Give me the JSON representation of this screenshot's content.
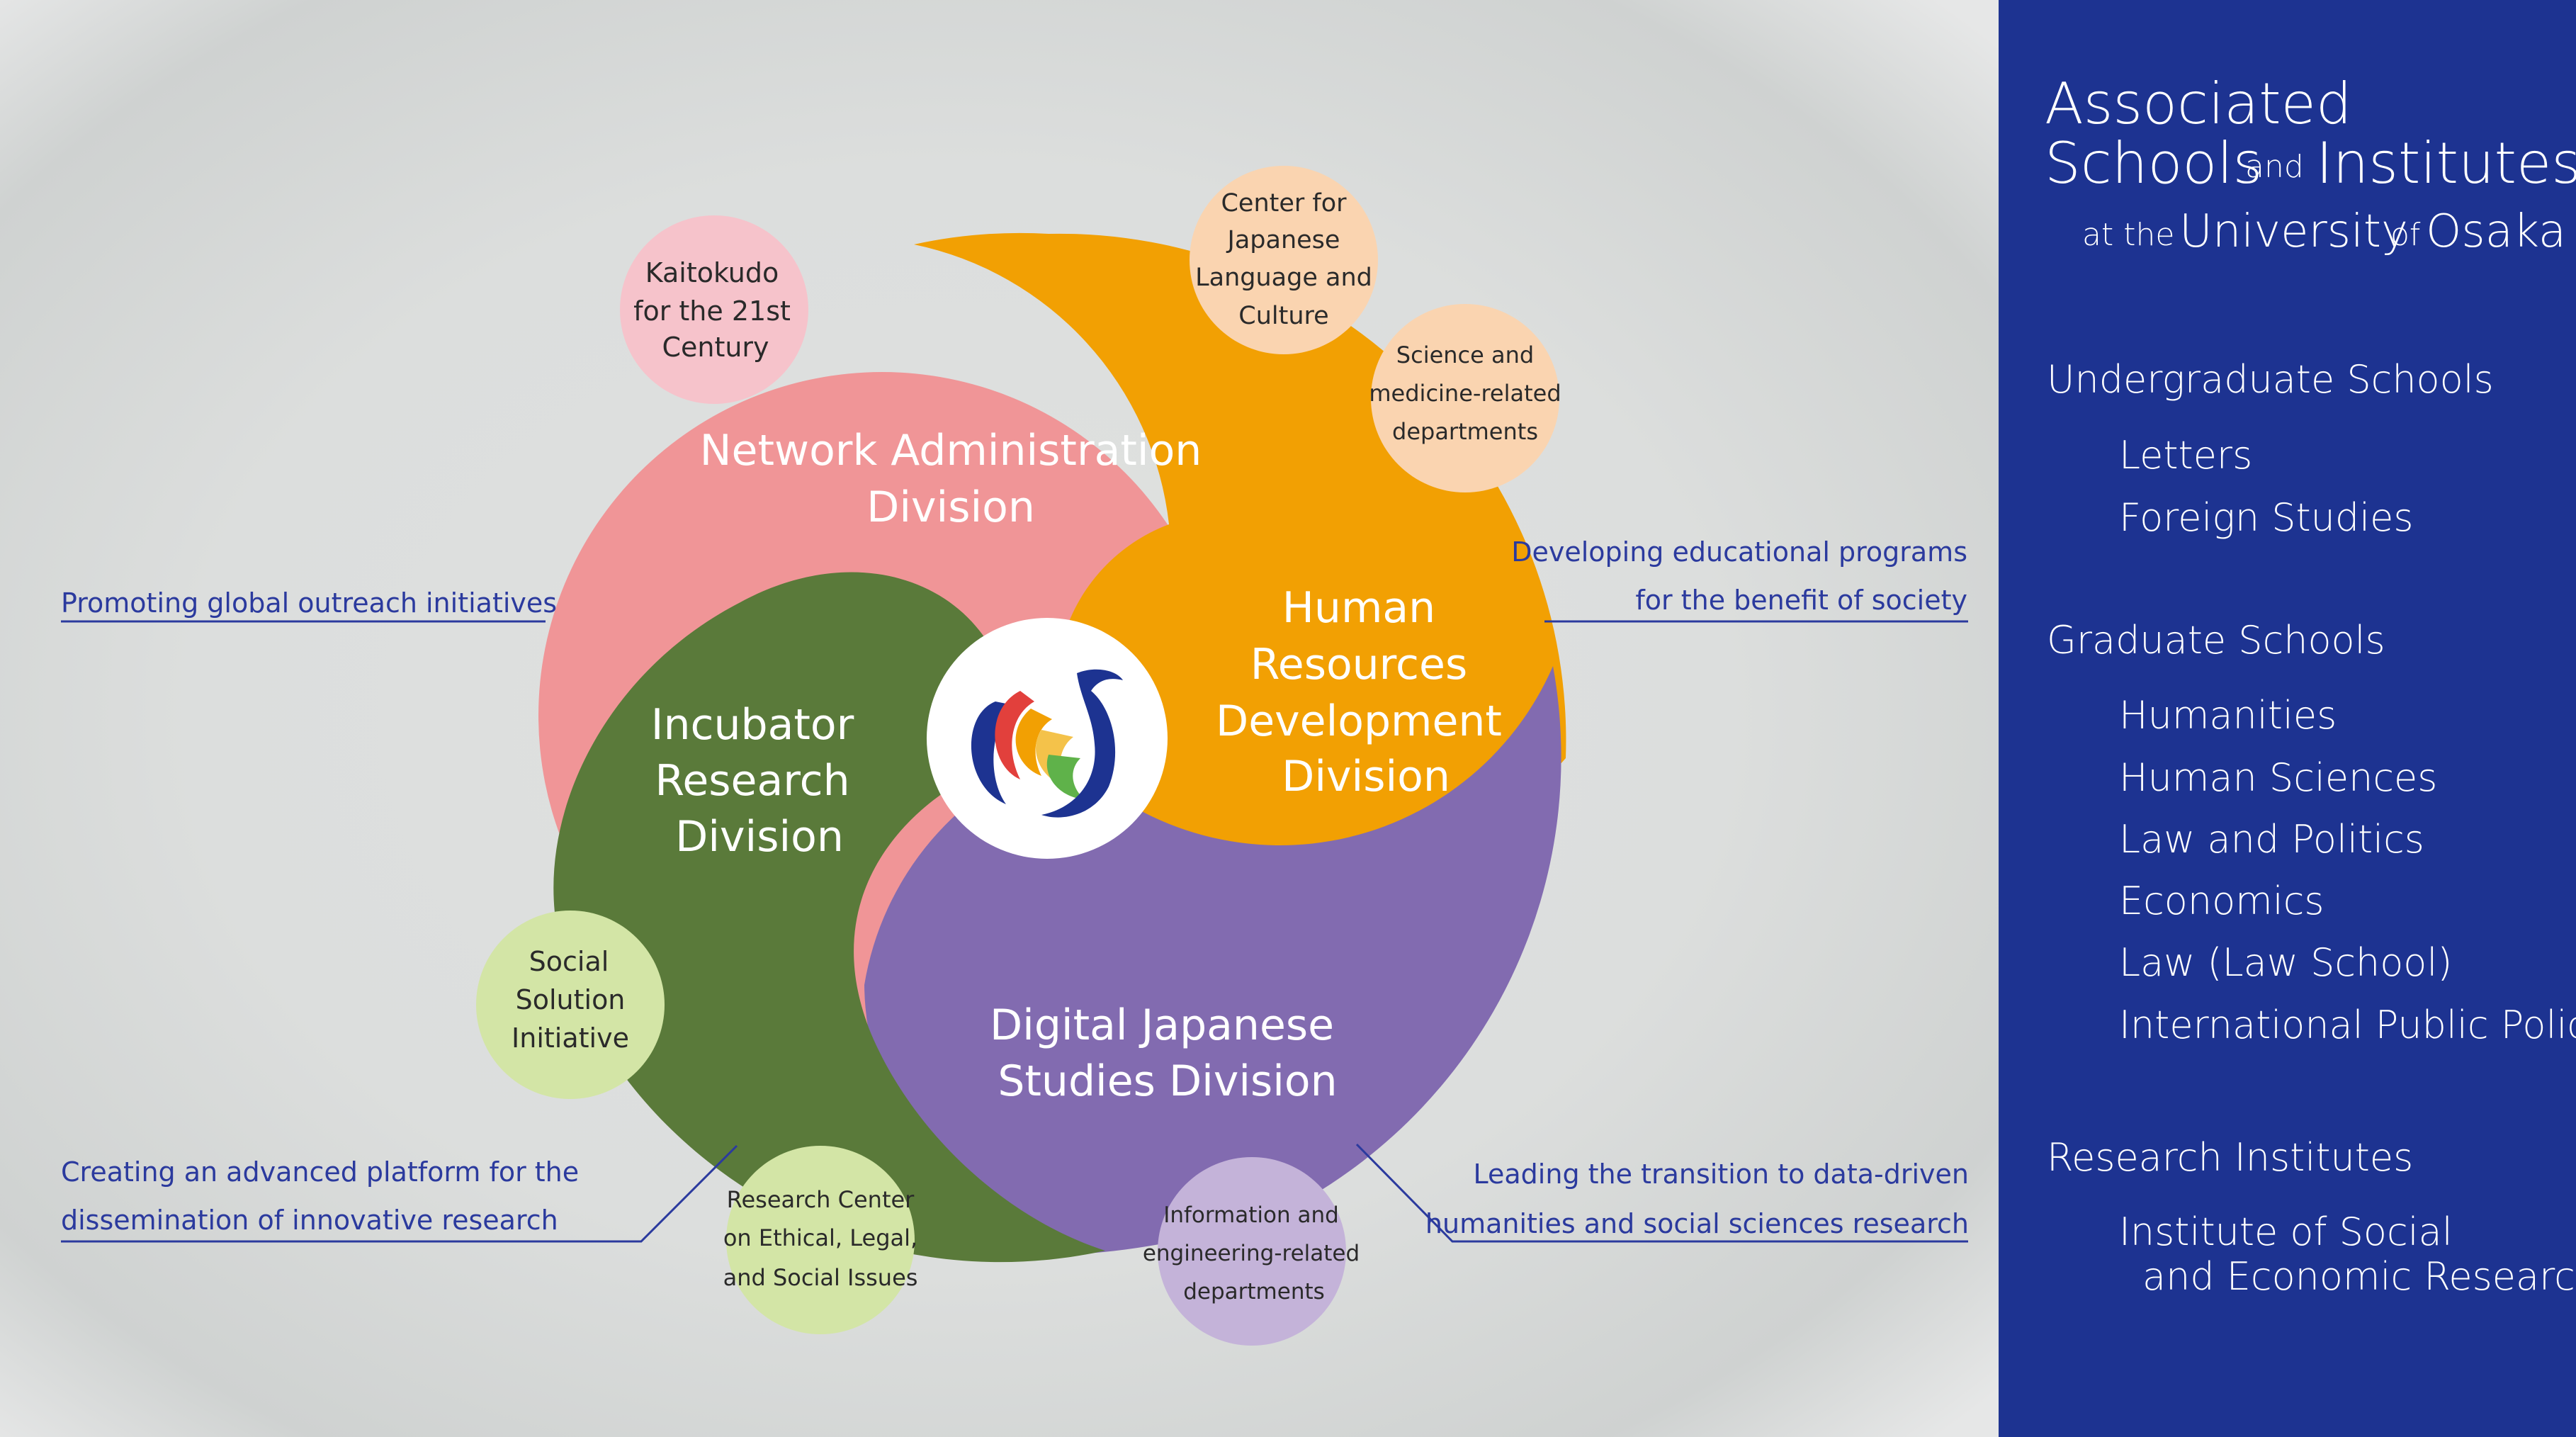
{
  "divisions": {
    "network": {
      "line1": "Network Administration",
      "line2": "Division",
      "color": "#f09597"
    },
    "human": {
      "line1": "Human",
      "line2": "Resources",
      "line3": "Development",
      "line4": "Division",
      "color": "#f2a003"
    },
    "incubator": {
      "line1": "Incubator",
      "line2": "Research",
      "line3": "Division",
      "color": "#5a7a3a"
    },
    "digital": {
      "line1": "Digital Japanese",
      "line2": "Studies Division",
      "color": "#826bb0"
    }
  },
  "satellites": {
    "kaitokudo": {
      "line1": "Kaitokudo",
      "line2": "for the 21st",
      "line3": "Century",
      "color": "#f6c3cb"
    },
    "cjlc": {
      "line1": "Center for",
      "line2": "Japanese",
      "line3": "Language and",
      "line4": "Culture",
      "color": "#fad4b0"
    },
    "science": {
      "line1": "Science and",
      "line2": "medicine-related",
      "line3": "departments",
      "color": "#fad4b0"
    },
    "social": {
      "line1": "Social",
      "line2": "Solution",
      "line3": "Initiative",
      "color": "#d3e5a6"
    },
    "elsi": {
      "line1": "Research Center",
      "line2": "on Ethical, Legal,",
      "line3": "and Social Issues",
      "color": "#d3e5a6"
    },
    "info": {
      "line1": "Information and",
      "line2": "engineering-related",
      "line3": "departments",
      "color": "#c4b3d9"
    }
  },
  "callouts": {
    "outreach": {
      "line1": "Promoting global outreach initiatives"
    },
    "platform": {
      "line1": "Creating an advanced platform for the",
      "line2": "dissemination of innovative research"
    },
    "educational": {
      "line1": "Developing educational programs",
      "line2": "for the benefit of society"
    },
    "datadriven": {
      "line1": "Leading the transition to data-driven",
      "line2": "humanities and social sciences research"
    }
  },
  "callout_color": "#2b3a9e",
  "panel": {
    "title_w1": "Associated",
    "title_w2": "Schools",
    "title_w3": "and",
    "title_w4": "Institutes",
    "title_w5": "at the",
    "title_w6": "University",
    "title_w7": "of",
    "title_w8": "Osaka",
    "background": "#1d3391",
    "undergraduate": {
      "heading": "Undergraduate Schools",
      "items": [
        "Letters",
        "Foreign Studies"
      ]
    },
    "graduate": {
      "heading": "Graduate Schools",
      "items": [
        "Humanities",
        "Human Sciences",
        "Law and Politics",
        "Economics",
        "Law (Law School)",
        "International Public Policy"
      ]
    },
    "research": {
      "heading": "Research Institutes",
      "item_line1": "Institute of Social",
      "item_line2": "and Economic Research"
    }
  },
  "logo": {
    "icon": "phoenix-logo-icon"
  }
}
